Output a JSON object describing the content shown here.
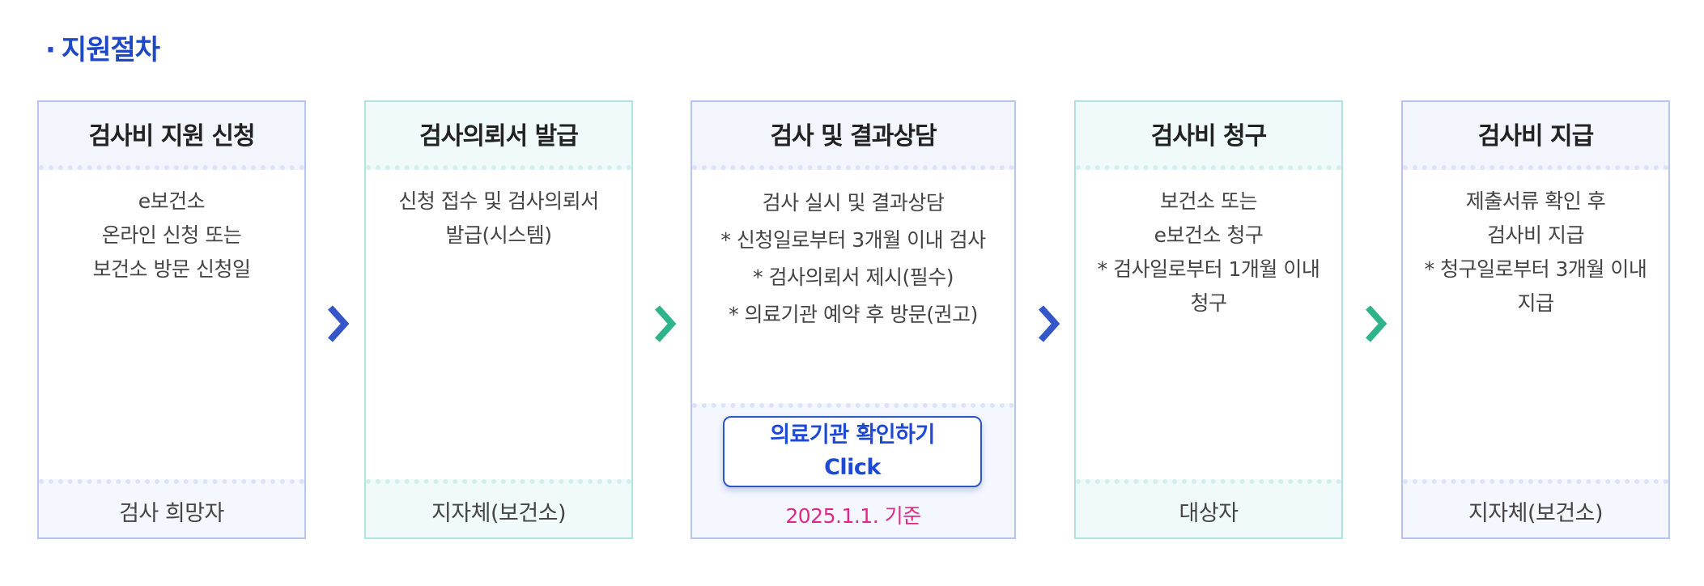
{
  "section_title": "지원절차",
  "section_bullet": "·",
  "steps": [
    {
      "title": "검사비 지원 신청",
      "lines": [
        "e보건소",
        "온라인 신청 또는",
        "보건소 방문 신청일"
      ],
      "footer": "검사 희망자"
    },
    {
      "title": "검사의뢰서 발급",
      "lines": [
        "신청 접수 및 검사의뢰서",
        "발급(시스템)"
      ],
      "footer": "지자체(보건소)"
    },
    {
      "title": "검사 및 결과상담",
      "lines": [
        "검사 실시 및 결과상담",
        "* 신청일로부터 3개월 이내 검사",
        "* 검사의뢰서 제시(필수)",
        "* 의료기관 예약 후 방문(권고)"
      ],
      "button_line1": "의료기관 확인하기",
      "button_line2": "Click",
      "basis_date": "2025.1.1. 기준"
    },
    {
      "title": "검사비 청구",
      "lines": [
        "보건소 또는",
        "e보건소 청구",
        "* 검사일로부터 1개월 이내",
        "청구"
      ],
      "footer": "대상자"
    },
    {
      "title": "검사비 지급",
      "lines": [
        "제출서류 확인 후",
        "검사비 지급",
        "* 청구일로부터 3개월 이내",
        "지급"
      ],
      "footer": "지자체(보건소)"
    }
  ],
  "arrows": [
    {
      "icon": "chevron-right-icon",
      "color": "#3556c8"
    },
    {
      "icon": "chevron-right-icon",
      "color": "#2fb38a"
    },
    {
      "icon": "chevron-right-icon",
      "color": "#3556c8"
    },
    {
      "icon": "chevron-right-icon",
      "color": "#2fb38a"
    }
  ],
  "colors": {
    "title": "#1f48c4",
    "button_text": "#1d49d6",
    "date_text": "#e0288a"
  }
}
